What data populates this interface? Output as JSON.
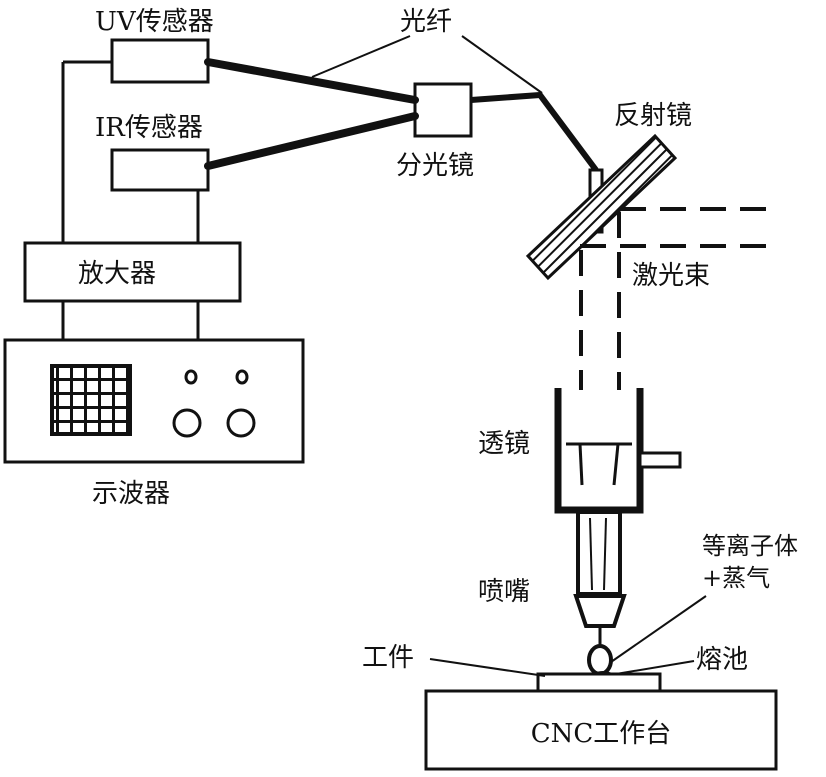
{
  "labels": {
    "uv_sensor": "UV传感器",
    "ir_sensor": "IR传感器",
    "optical_fiber": "光纤",
    "beam_splitter": "分光镜",
    "mirror": "反射镜",
    "laser_beam": "激光束",
    "amplifier": "放大器",
    "oscilloscope": "示波器",
    "lens": "透镜",
    "plasma": "等离子体",
    "vapor": "+蒸气",
    "nozzle": "喷嘴",
    "workpiece": "工件",
    "melt_pool": "熔池",
    "cnc_table": "CNC工作台"
  },
  "icons": {
    "oscilloscope_screen": "grid-screen-icon",
    "knob": "knob-icon",
    "mirror": "hatched-mirror-icon"
  }
}
